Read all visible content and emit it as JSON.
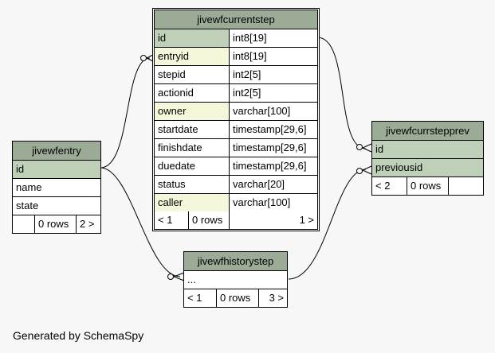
{
  "tables": {
    "jivewfcurrentstep": {
      "name": "jivewfcurrentstep",
      "columns": [
        {
          "name": "id",
          "type": "int8[19]",
          "role": "pk"
        },
        {
          "name": "entryid",
          "type": "int8[19]",
          "role": "fk"
        },
        {
          "name": "stepid",
          "type": "int2[5]",
          "role": ""
        },
        {
          "name": "actionid",
          "type": "int2[5]",
          "role": ""
        },
        {
          "name": "owner",
          "type": "varchar[100]",
          "role": "fk"
        },
        {
          "name": "startdate",
          "type": "timestamp[29,6]",
          "role": ""
        },
        {
          "name": "finishdate",
          "type": "timestamp[29,6]",
          "role": ""
        },
        {
          "name": "duedate",
          "type": "timestamp[29,6]",
          "role": ""
        },
        {
          "name": "status",
          "type": "varchar[20]",
          "role": ""
        },
        {
          "name": "caller",
          "type": "varchar[100]",
          "role": "fk"
        }
      ],
      "footer": {
        "parents": "< 1",
        "rows": "0 rows",
        "children": "1 >"
      }
    },
    "jivewfentry": {
      "name": "jivewfentry",
      "columns": [
        "id",
        "name",
        "state"
      ],
      "footer": {
        "parents": "",
        "rows": "0 rows",
        "children": "2 >"
      }
    },
    "jivewfcurrstepprev": {
      "name": "jivewfcurrstepprev",
      "columns": [
        "id",
        "previousid"
      ],
      "footer": {
        "parents": "< 2",
        "rows": "0 rows",
        "children": ""
      }
    },
    "jivewfhistorystep": {
      "name": "jivewfhistorystep",
      "columns": [
        "..."
      ],
      "footer": {
        "parents": "< 1",
        "rows": "0 rows",
        "children": "3 >"
      }
    }
  },
  "generated_by": "Generated by SchemaSpy"
}
